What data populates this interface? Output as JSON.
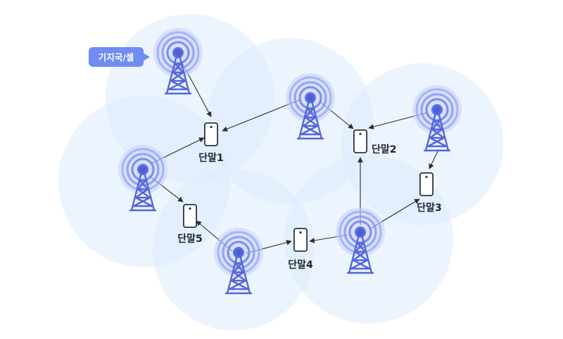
{
  "callout": {
    "label": "기지국/셀"
  },
  "terminals": [
    {
      "id": "t1",
      "label": "단말1"
    },
    {
      "id": "t2",
      "label": "단말2"
    },
    {
      "id": "t3",
      "label": "단말3"
    },
    {
      "id": "t4",
      "label": "단말4"
    },
    {
      "id": "t5",
      "label": "단말5"
    }
  ],
  "colors": {
    "cell_fill": "#dcebfb",
    "tower": "#5b73db",
    "signal": "#7d90f0",
    "callout": "#6f8df0",
    "arrow": "#2b2f36"
  }
}
